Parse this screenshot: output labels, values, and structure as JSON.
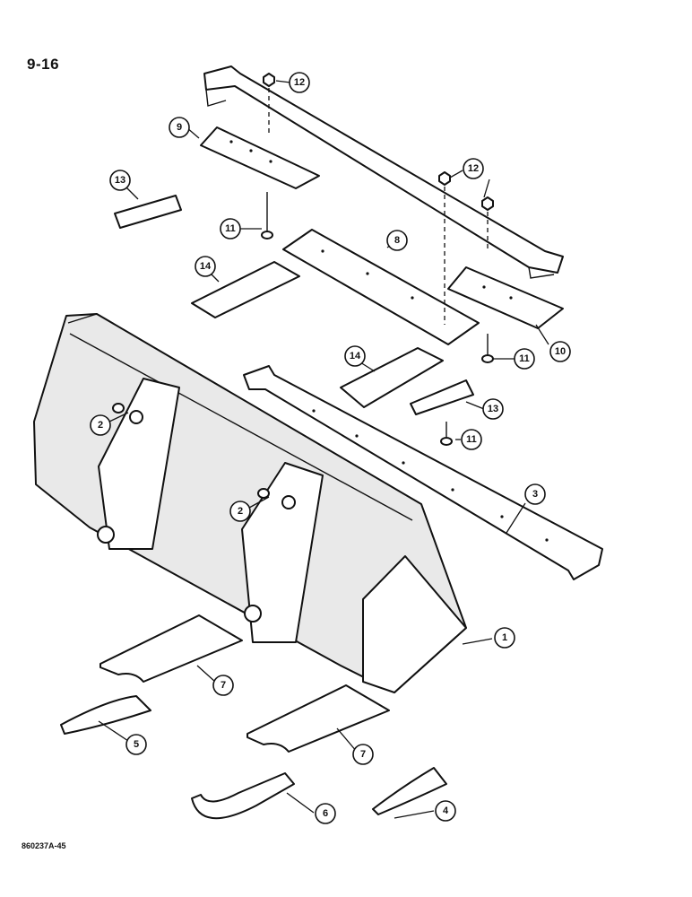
{
  "page_number": "9-16",
  "figure_code": "860237A-45",
  "callouts": [
    {
      "id": "c1",
      "label": "1"
    },
    {
      "id": "c2a",
      "label": "2"
    },
    {
      "id": "c2b",
      "label": "2"
    },
    {
      "id": "c3",
      "label": "3"
    },
    {
      "id": "c4",
      "label": "4"
    },
    {
      "id": "c5",
      "label": "5"
    },
    {
      "id": "c6",
      "label": "6"
    },
    {
      "id": "c7a",
      "label": "7"
    },
    {
      "id": "c7b",
      "label": "7"
    },
    {
      "id": "c8",
      "label": "8"
    },
    {
      "id": "c9",
      "label": "9"
    },
    {
      "id": "c10",
      "label": "10"
    },
    {
      "id": "c11a",
      "label": "11"
    },
    {
      "id": "c11b",
      "label": "11"
    },
    {
      "id": "c11c",
      "label": "11"
    },
    {
      "id": "c12a",
      "label": "12"
    },
    {
      "id": "c12b",
      "label": "12"
    },
    {
      "id": "c13a",
      "label": "13"
    },
    {
      "id": "c13b",
      "label": "13"
    },
    {
      "id": "c14a",
      "label": "14"
    },
    {
      "id": "c14b",
      "label": "14"
    }
  ]
}
